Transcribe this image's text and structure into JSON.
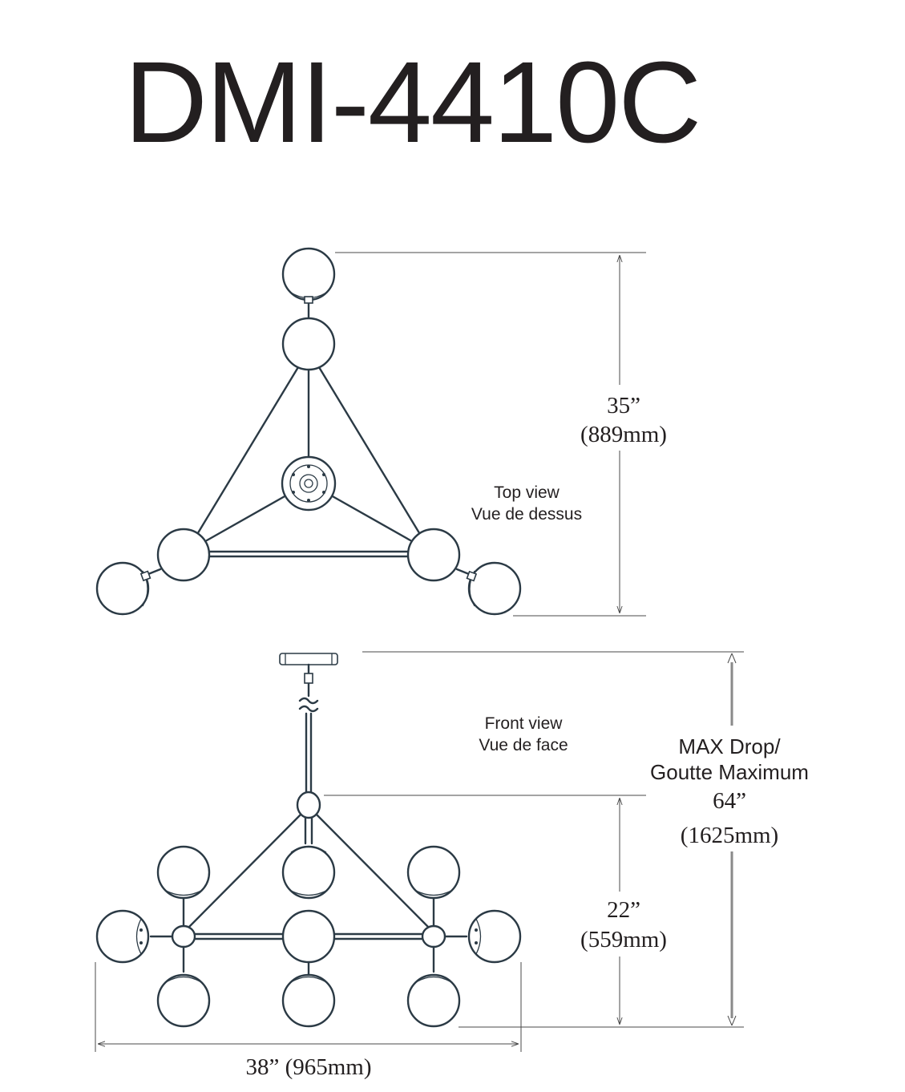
{
  "title": "DMI-4410C",
  "top_view": {
    "caption_en": "Top view",
    "caption_fr": "Vue de dessus",
    "height_in": "35”",
    "height_mm": "(889mm)"
  },
  "front_view": {
    "caption_en": "Front view",
    "caption_fr": "Vue de face",
    "height_in": "22”",
    "height_mm": "(559mm)",
    "max_drop_line1": "MAX Drop/",
    "max_drop_line2": "Goutte Maximum",
    "max_drop_in": "64”",
    "max_drop_mm": "(1625mm)",
    "width_label": "38” (965mm)"
  },
  "colors": {
    "line": "#2b3a45",
    "text": "#231f20",
    "dimension": "#4a4a4a"
  }
}
